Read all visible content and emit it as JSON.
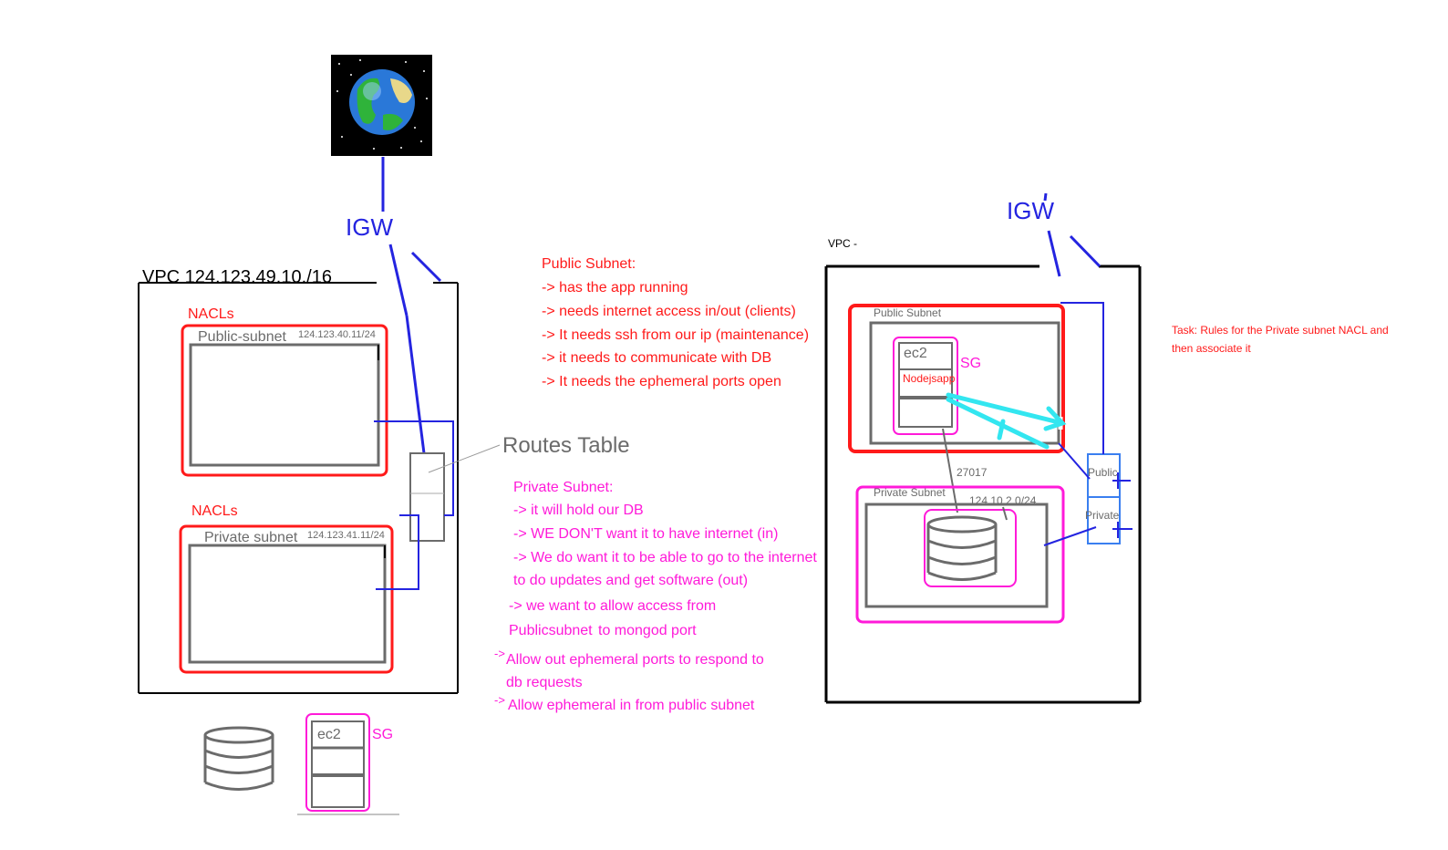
{
  "colors": {
    "red": "#ff1a1a",
    "magenta": "#ff1ad9",
    "blue": "#2424e0",
    "grey": "#6b6b6b",
    "cyan": "#33e6f0",
    "lightblue": "#3a7ff0"
  },
  "left_diagram": {
    "igw_label": "IGW",
    "vpc_label": "VPC  124.123.49.10./16",
    "public_nacl_label": "NACLs",
    "public_subnet_label": "Public-subnet",
    "public_subnet_cidr": "124.123.40.11/24",
    "private_nacl_label": "NACLs",
    "private_subnet_label": "Private subnet",
    "private_subnet_cidr": "124.123.41.11/24",
    "routes_table_label": "Routes Table",
    "ec2_label": "ec2",
    "sg_label": "SG"
  },
  "notes": {
    "public_title": "Public Subnet:",
    "public_items": [
      "-> has the app running",
      "-> needs internet access in/out (clients)",
      "-> It needs ssh from our ip (maintenance)",
      "-> it needs to communicate with DB",
      "-> It needs the ephemeral ports open"
    ],
    "private_title": "Private Subnet:",
    "private_items": [
      "-> it will hold our DB",
      "-> WE DON'T want it to have internet (in)",
      "-> We do want it to be able to go to the internet",
      "to do updates and get software (out)",
      "-> we want to allow access from",
      "Publicsubnet",
      "to mongod port",
      "->",
      "Allow out ephemeral ports to respond to",
      "db requests",
      "->",
      "Allow ephemeral in from public subnet"
    ]
  },
  "right_diagram": {
    "igw_label": "IGW",
    "vpc_label": "VPC -",
    "public_subnet_label": "Public Subnet",
    "ec2_label": "ec2",
    "app_label": "Nodejsapp",
    "sg_label": "SG",
    "port_label": "27017",
    "private_subnet_label": "Private Subnet",
    "private_subnet_cidr": "124.10.2.0/24",
    "route_public_label": "Public",
    "route_private_label": "Private"
  },
  "task": {
    "line1": "Task: Rules for the Private subnet NACL and",
    "line2": "then associate it"
  },
  "icons": {
    "globe": "earth-globe-icon",
    "database": "database-cylinder-icon",
    "server": "ec2-server-icon"
  }
}
